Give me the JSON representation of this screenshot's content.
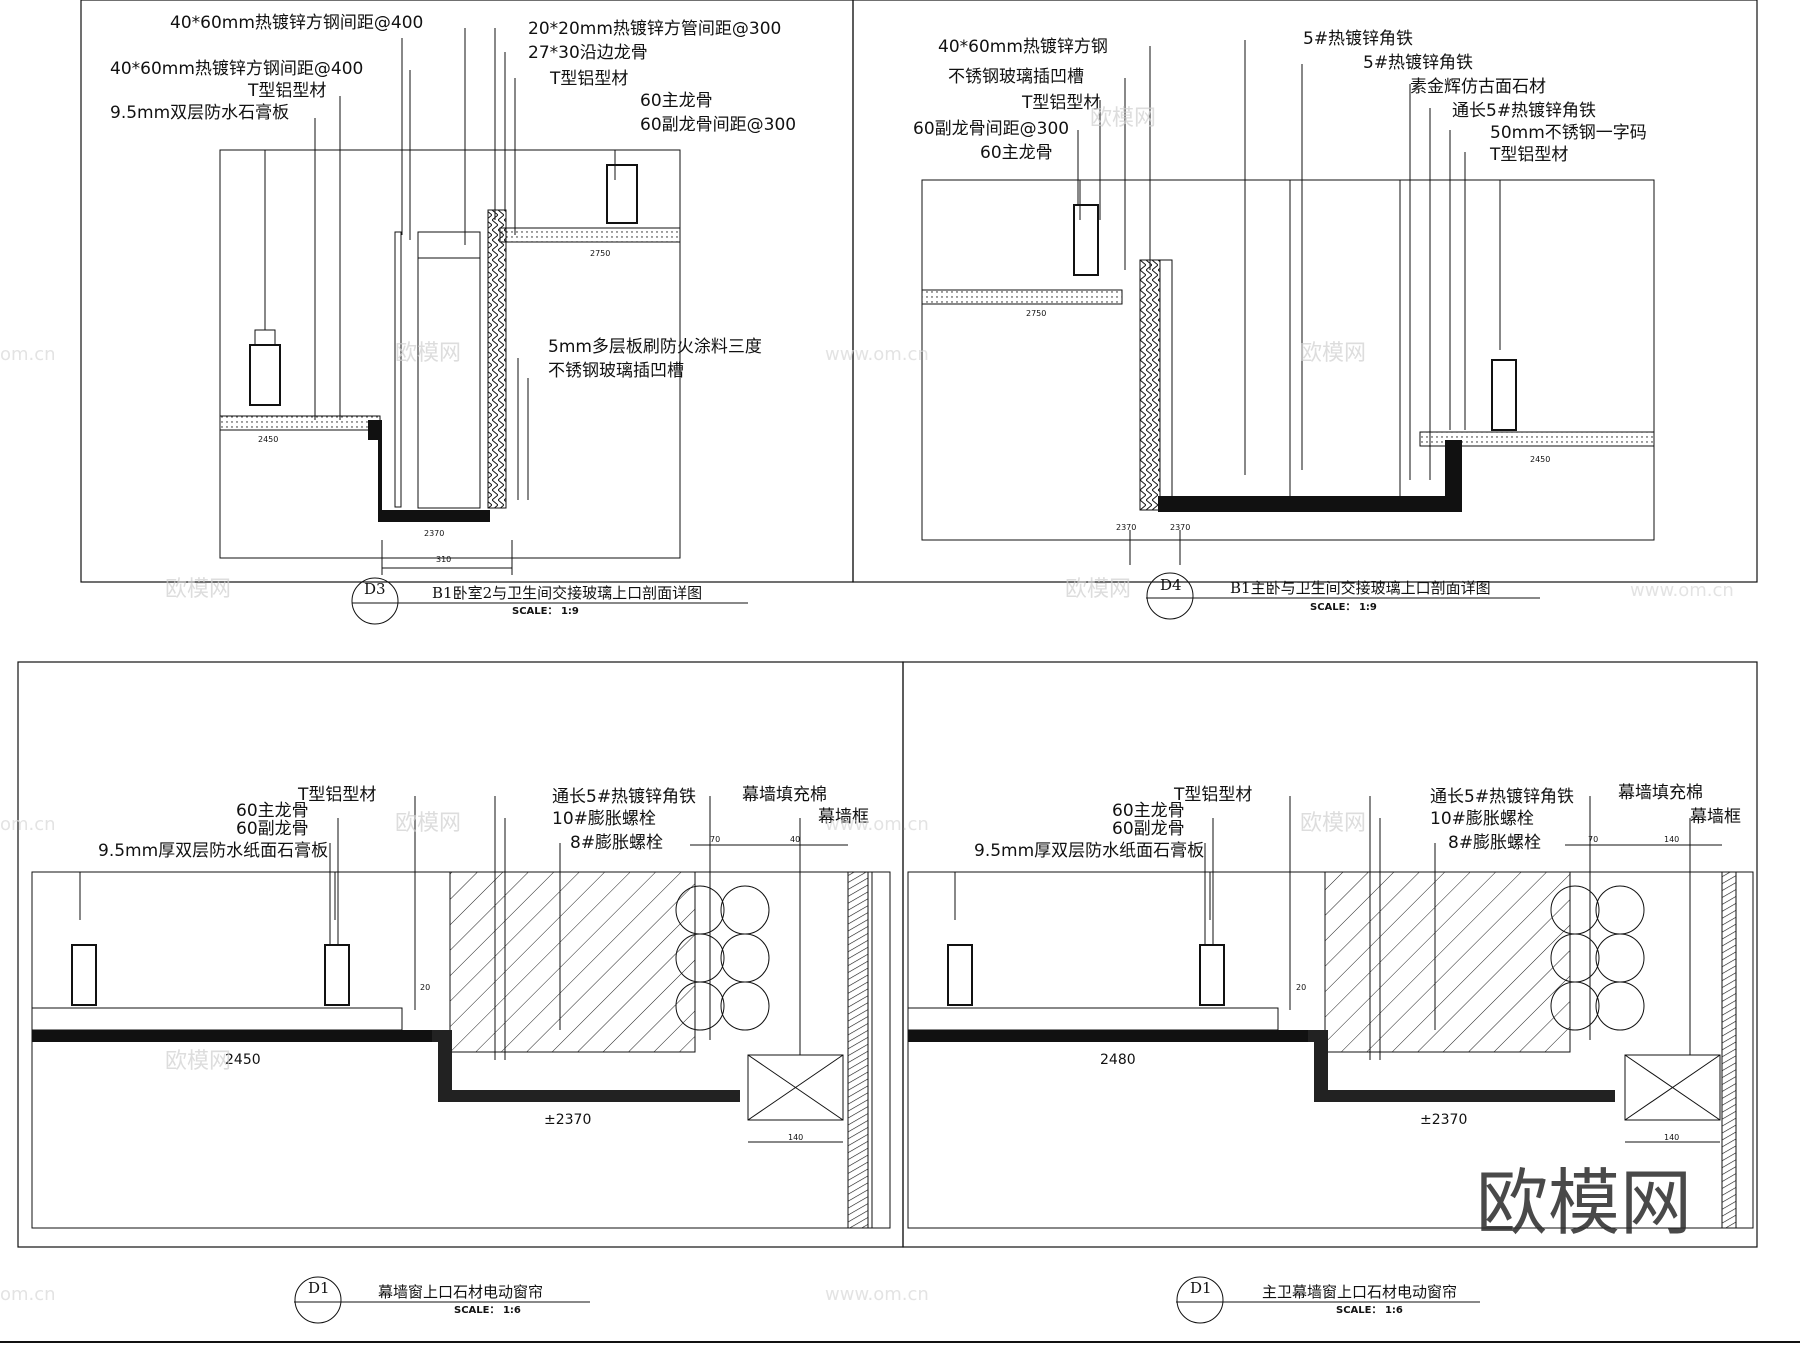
{
  "sheet": {
    "d3": {
      "tag": "D3",
      "title": "B1卧室2与卫生间交接玻璃上口剖面详图",
      "scale": "SCALE： 1:9",
      "labels": [
        "40*60mm热镀锌方钢间距@400",
        "40*60mm热镀锌方钢间距@400",
        "T型铝型材",
        "9.5mm双层防水石膏板",
        "20*20mm热镀锌方管间距@300",
        "27*30沿边龙骨",
        "T型铝型材",
        "60主龙骨",
        "60副龙骨间距@300",
        "5mm多层板刷防火涂料三度",
        "不锈钢玻璃插凹槽"
      ],
      "dims": [
        "2450",
        "2370",
        "2750",
        "310"
      ]
    },
    "d4": {
      "tag": "D4",
      "title": "B1主卧与卫生间交接玻璃上口剖面详图",
      "scale": "SCALE： 1:9",
      "labels": [
        "40*60mm热镀锌方钢",
        "不锈钢玻璃插凹槽",
        "T型铝型材",
        "60副龙骨间距@300",
        "60主龙骨",
        "5#热镀锌角铁",
        "5#热镀锌角铁",
        "素金辉仿古面石材",
        "通长5#热镀锌角铁",
        "50mm不锈钢一字码",
        "T型铝型材"
      ],
      "dims": [
        "2750",
        "2370",
        "2370",
        "2450"
      ]
    },
    "d1a": {
      "tag": "D1",
      "title": "幕墙窗上口石材电动窗帘",
      "scale": "SCALE： 1:6",
      "labels": [
        "T型铝型材",
        "60主龙骨",
        "60副龙骨",
        "9.5mm厚双层防水纸面石膏板",
        "通长5#热镀锌角铁",
        "10#膨胀螺栓",
        "8#膨胀螺栓",
        "幕墙填充棉",
        "幕墙框"
      ],
      "dims": [
        "2450",
        "±2370",
        "70",
        "40",
        "140",
        "20"
      ]
    },
    "d1b": {
      "tag": "D1",
      "title": "主卫幕墙窗上口石材电动窗帘",
      "scale": "SCALE： 1:6",
      "labels": [
        "T型铝型材",
        "60主龙骨",
        "60副龙骨",
        "9.5mm厚双层防水纸面石膏板",
        "通长5#热镀锌角铁",
        "10#膨胀螺栓",
        "8#膨胀螺栓",
        "幕墙填充棉",
        "幕墙框"
      ],
      "dims": [
        "2480",
        "±2370",
        "70",
        "140",
        "140",
        "20"
      ]
    }
  },
  "watermark": {
    "cn": "欧模网",
    "url": "www.om.cn",
    "url_short": "om.cn"
  }
}
